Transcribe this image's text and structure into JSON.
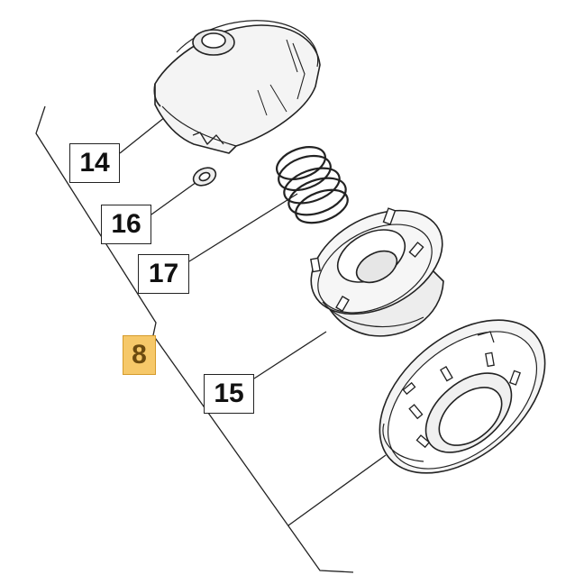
{
  "callouts": {
    "part_14": "14",
    "part_16": "16",
    "part_17": "17",
    "group_8": "8",
    "part_15": "15"
  },
  "parts": [
    {
      "number": "14",
      "icon": "spool-cover-icon"
    },
    {
      "number": "16",
      "icon": "washer-icon"
    },
    {
      "number": "17",
      "icon": "spring-icon"
    },
    {
      "number": "15",
      "icon": "spool-icon"
    },
    {
      "number": "",
      "icon": "base-housing-icon"
    }
  ],
  "colors": {
    "line": "#222222",
    "group_fill": "#f6c869",
    "group_border": "#d59b2b",
    "group_text": "#6b4a0f"
  }
}
